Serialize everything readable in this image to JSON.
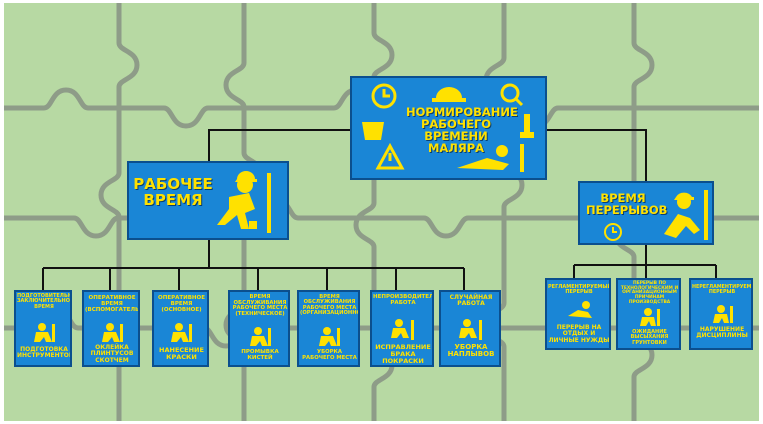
{
  "colors": {
    "background": "#b7d9a3",
    "puzzle_lines": "#8c9a86",
    "box_fill": "#1a86d6",
    "box_border": "#0b4f8e",
    "text": "#ffe100",
    "connector": "#111111"
  },
  "root": {
    "title": "НОРМИРОВАНИЕ РАБОЧЕГО ВРЕМЕНИ МАЛЯРА",
    "icons": [
      "clock-icon",
      "hard-hat-icon",
      "magnifier-icon",
      "bucket-icon",
      "brush-icon",
      "warning-icon",
      "resting-worker-icon"
    ]
  },
  "work_time": {
    "title": "РАБОЧЕЕ ВРЕМЯ",
    "icon": "painter-worker-icon"
  },
  "breaks": {
    "title": "ВРЕМЯ ПЕРЕРЫВОВ",
    "icon": "resting-worker-icon"
  },
  "work_items": [
    {
      "top": "ПОДГОТОВИТЕЛЬНО-ЗАКЛЮЧИТЕЛЬНОЕ ВРЕМЯ",
      "bottom": "ПОДГОТОВКА ИНСТРУМЕНТОВ"
    },
    {
      "top": "ОПЕРАТИВНОЕ ВРЕМЯ (ВСПОМОГАТЕЛЬНОЕ)",
      "bottom": "ОКЛЕЙКА ПЛИНТУСОВ СКОТЧЕМ"
    },
    {
      "top": "ОПЕРАТИВНОЕ ВРЕМЯ (ОСНОВНОЕ)",
      "bottom": "НАНЕСЕНИЕ КРАСКИ"
    },
    {
      "top": "ВРЕМЯ ОБСЛУЖИВАНИЯ РАБОЧЕГО МЕСТА (ТЕХНИЧЕСКОЕ)",
      "bottom": "ПРОМЫВКА КИСТЕЙ"
    },
    {
      "top": "ВРЕМЯ ОБСЛУЖИВАНИЯ РАБОЧЕГО МЕСТА (ОРГАНИЗАЦИОННОЕ)",
      "bottom": "УБОРКА РАБОЧЕГО МЕСТА"
    },
    {
      "top": "НЕПРОИЗВОДИТЕЛЬНАЯ РАБОТА",
      "bottom": "ИСПРАВЛЕНИЕ БРАКА ПОКРАСКИ"
    },
    {
      "top": "СЛУЧАЙНАЯ РАБОТА",
      "bottom": "УБОРКА НАПЛЫВОВ"
    }
  ],
  "break_items": [
    {
      "top": "РЕГЛАМЕНТИРУЕМЫЙ ПЕРЕРЫВ",
      "bottom": "ПЕРЕРЫВ НА ОТДЫХ И ЛИЧНЫЕ НУЖДЫ"
    },
    {
      "top": "ПЕРЕРЫВ ПО ТЕХНОЛОГИЧЕСКИМ И ОРГАНИЗАЦИОННЫМ ПРИЧИНАМ ПРОИЗВОДСТВА",
      "bottom": "ОЖИДАНИЕ ВЫСЫХАНИЯ ГРУНТОВКИ"
    },
    {
      "top": "НЕРЕГЛАМЕНТИРУЕМЫЙ ПЕРЕРЫВ",
      "bottom": "НАРУШЕНИЕ ДИСЦИПЛИНЫ"
    }
  ]
}
